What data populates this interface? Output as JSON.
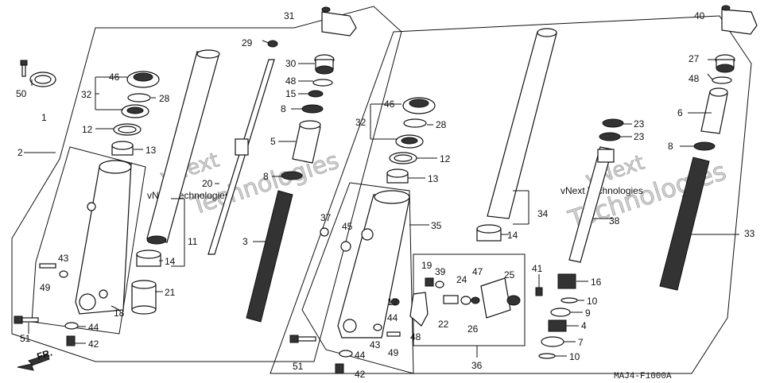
{
  "diagram": {
    "code": "MAJ4-F1000A",
    "fr_label": "FR.",
    "watermark_left_1": "vNext Technologies",
    "watermark_left_2": "Technologies",
    "watermark_left_3": "vNext",
    "watermark_right_1": "vNext Technologies",
    "watermark_right_2": "Technologies",
    "watermark_right_3": "vNext",
    "labels": {
      "l1": "1",
      "l2": "2",
      "l3": "3",
      "l5": "5",
      "l8a": "8",
      "l8b": "8",
      "l11": "11",
      "l12": "12",
      "l13": "13",
      "l14": "14",
      "l15": "15",
      "l18": "18",
      "l20": "20",
      "l21": "21",
      "l28": "28",
      "l29": "29",
      "l30": "30",
      "l31": "31",
      "l32": "32",
      "l42": "42",
      "l43": "43",
      "l44": "44",
      "l46": "46",
      "l48": "48",
      "l49": "49",
      "l50": "50",
      "l51": "51",
      "r4": "4",
      "r6": "6",
      "r7": "7",
      "r8": "8",
      "r9": "9",
      "r10a": "10",
      "r10b": "10",
      "r12": "12",
      "r13": "13",
      "r14": "14",
      "r16": "16",
      "r17": "17",
      "r19": "19",
      "r22": "22",
      "r23a": "23",
      "r23b": "23",
      "r24": "24",
      "r25": "25",
      "r26": "26",
      "r27": "27",
      "r28": "28",
      "r32": "32",
      "r33": "33",
      "r34": "34",
      "r35": "35",
      "r36": "36",
      "r37": "37",
      "r38": "38",
      "r39": "39",
      "r40": "40",
      "r41": "41",
      "r42": "42",
      "r43": "43",
      "r44": "44",
      "r45": "45",
      "r46": "46",
      "r47": "47",
      "r48a": "48",
      "r48b": "48",
      "r49": "49",
      "r51": "51"
    }
  }
}
